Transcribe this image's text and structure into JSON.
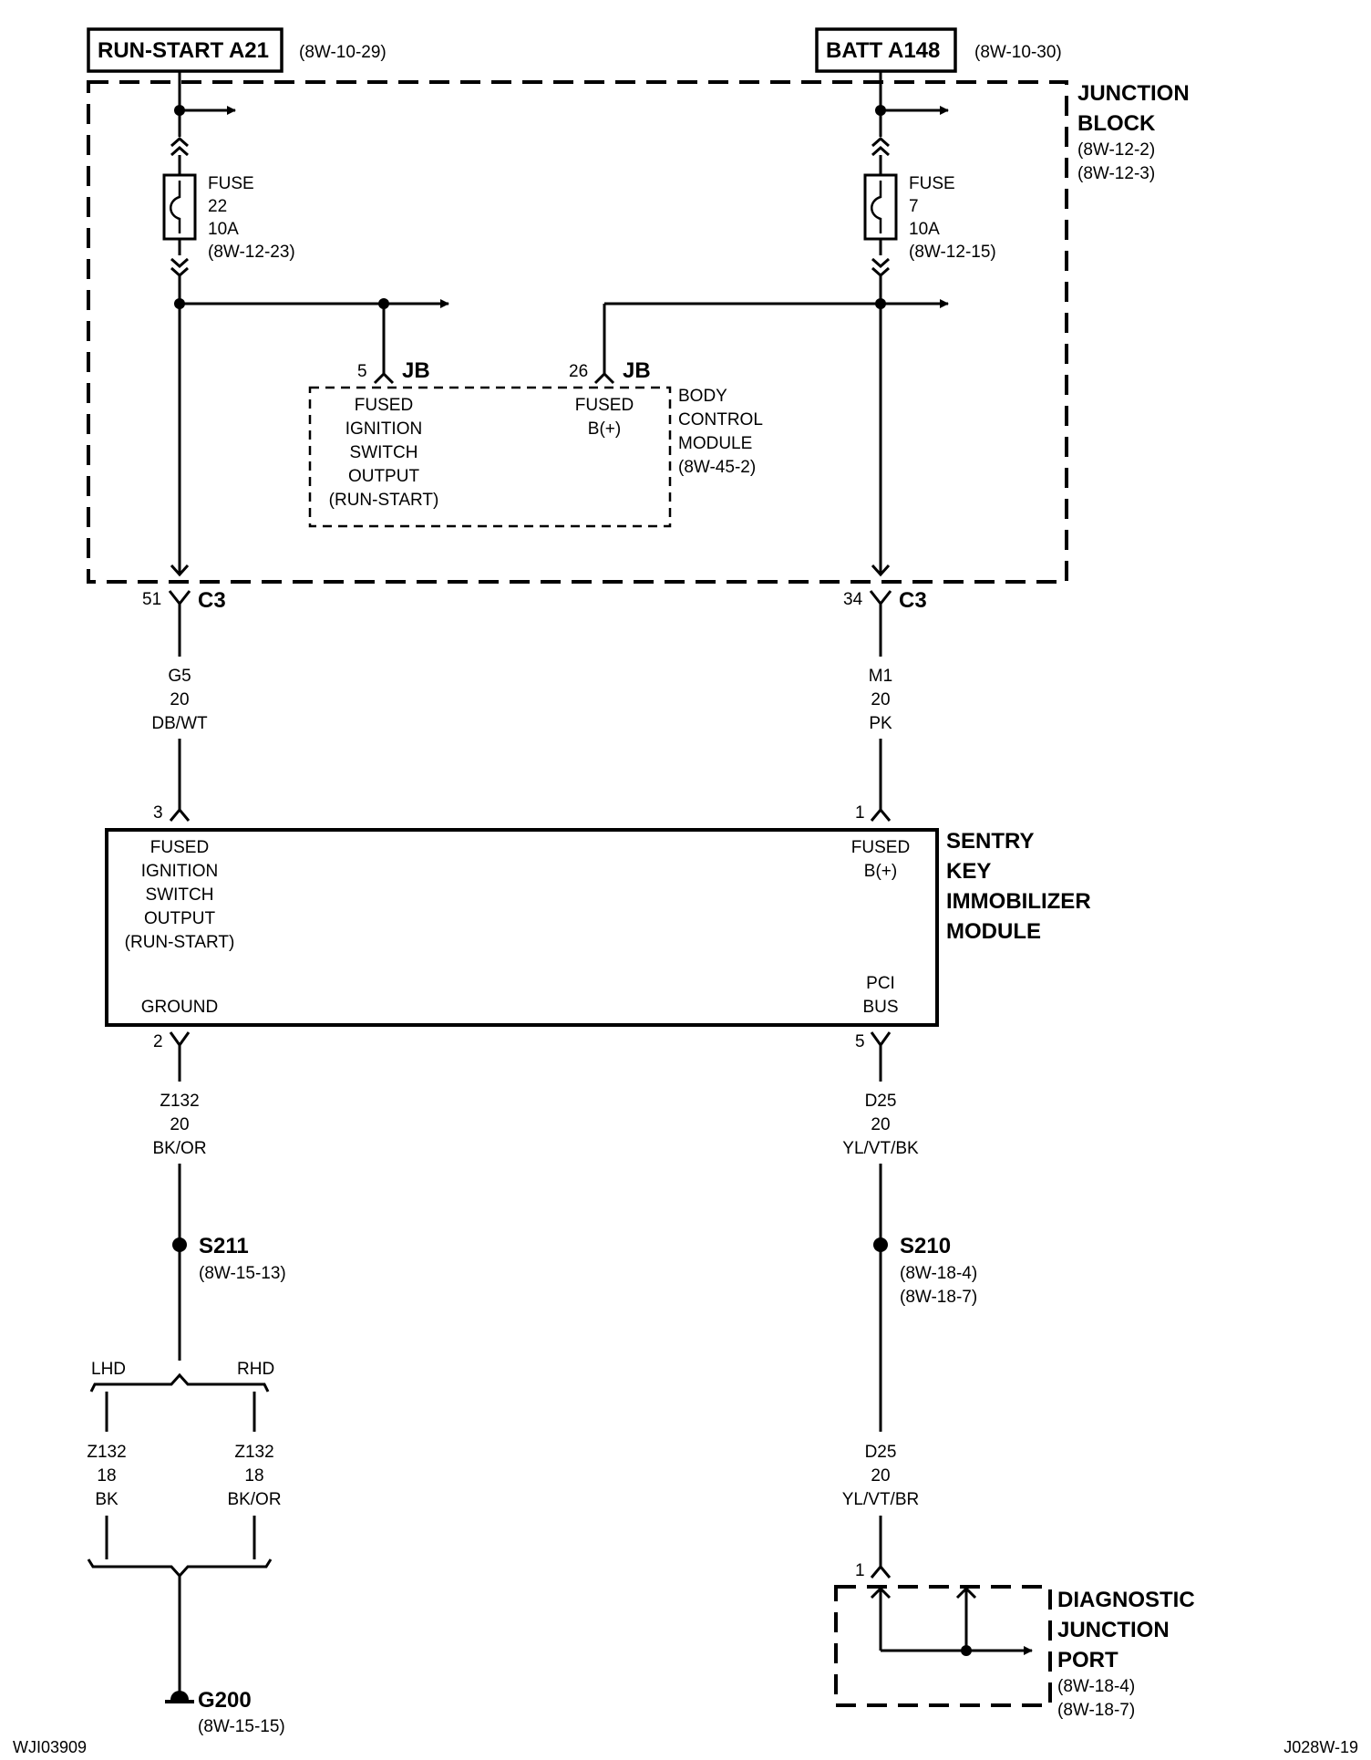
{
  "sources": {
    "left": {
      "label": "RUN-START A21",
      "ref": "(8W-10-29)"
    },
    "right": {
      "label": "BATT A148",
      "ref": "(8W-10-30)"
    }
  },
  "junction_block": {
    "name": [
      "JUNCTION",
      "BLOCK"
    ],
    "refs": [
      "(8W-12-2)",
      "(8W-12-3)"
    ]
  },
  "fuse_left": {
    "lines": [
      "FUSE",
      "22",
      "10A",
      "(8W-12-23)"
    ]
  },
  "fuse_right": {
    "lines": [
      "FUSE",
      "7",
      "10A",
      "(8W-12-15)"
    ]
  },
  "bcm": {
    "name": [
      "BODY",
      "CONTROL",
      "MODULE",
      "(8W-45-2)"
    ],
    "pin_left": {
      "num": "5",
      "conn": "JB",
      "func": [
        "FUSED",
        "IGNITION",
        "SWITCH",
        "OUTPUT",
        "(RUN-START)"
      ]
    },
    "pin_right": {
      "num": "26",
      "conn": "JB",
      "func": [
        "FUSED",
        "B(+)"
      ]
    }
  },
  "c3_left": {
    "num": "51",
    "conn": "C3"
  },
  "c3_right": {
    "num": "34",
    "conn": "C3"
  },
  "wire_g5": [
    "G5",
    "20",
    "DB/WT"
  ],
  "wire_m1": [
    "M1",
    "20",
    "PK"
  ],
  "skim": {
    "name": [
      "SENTRY",
      "KEY",
      "IMMOBILIZER",
      "MODULE"
    ],
    "pin3": {
      "num": "3",
      "func": [
        "FUSED",
        "IGNITION",
        "SWITCH",
        "OUTPUT",
        "(RUN-START)"
      ]
    },
    "pin1": {
      "num": "1",
      "func": [
        "FUSED",
        "B(+)"
      ]
    },
    "pin2": {
      "num": "2",
      "func": "GROUND"
    },
    "pin5": {
      "num": "5",
      "func": [
        "PCI",
        "BUS"
      ]
    }
  },
  "wire_z132_top": [
    "Z132",
    "20",
    "BK/OR"
  ],
  "wire_d25_top": [
    "D25",
    "20",
    "YL/VT/BK"
  ],
  "splice_s211": {
    "name": "S211",
    "ref": "(8W-15-13)"
  },
  "splice_s210": {
    "name": "S210",
    "refs": [
      "(8W-18-4)",
      "(8W-18-7)"
    ]
  },
  "variants": {
    "lhd": "LHD",
    "rhd": "RHD"
  },
  "wire_z132_lhd": [
    "Z132",
    "18",
    "BK"
  ],
  "wire_z132_rhd": [
    "Z132",
    "18",
    "BK/OR"
  ],
  "wire_d25_bottom": [
    "D25",
    "20",
    "YL/VT/BR"
  ],
  "ground": {
    "name": "G200",
    "ref": "(8W-15-15)"
  },
  "djp": {
    "pin": "1",
    "name": [
      "DIAGNOSTIC",
      "JUNCTION",
      "PORT"
    ],
    "refs": [
      "(8W-18-4)",
      "(8W-18-7)"
    ]
  },
  "footer": {
    "left": "WJI03909",
    "right": "J028W-19"
  }
}
